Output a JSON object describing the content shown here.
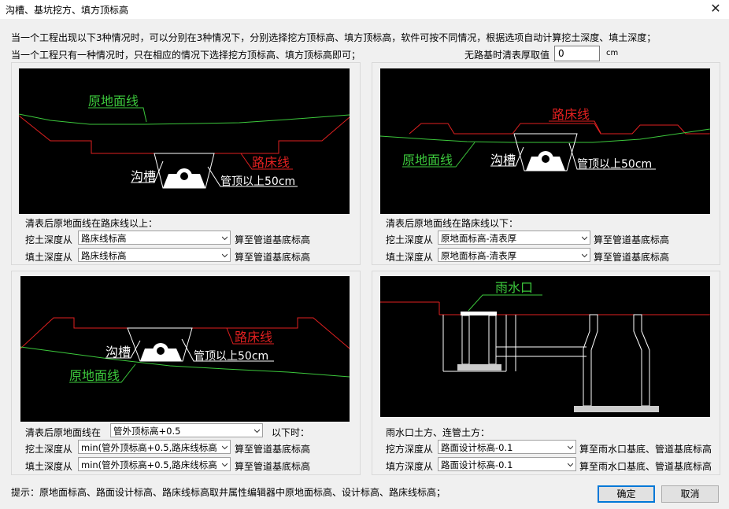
{
  "window": {
    "title": "沟槽、基坑挖方、填方顶标高",
    "close_glyph": "✕"
  },
  "intro": {
    "line1": "当一个工程出现以下3种情况时，可以分别在3种情况下，分别选择挖方顶标高、填方顶标高，软件可按不同情况，根据选项自动计算挖土深度、填土深度；",
    "line2": "当一个工程只有一种情况时，只在相应的情况下选择挖方顶标高、填方顶标高即可；",
    "no_road_label": "无路基时清表厚取值",
    "no_road_value": "0",
    "no_road_unit": "cm"
  },
  "drawing_labels": {
    "ground": "原地面线",
    "subgrade": "路床线",
    "trench": "沟槽",
    "pipe_top": "管顶以上50cm",
    "inlet": "雨水口"
  },
  "colors": {
    "ground": "#3cc83c",
    "subgrade": "#e02020",
    "white": "#ffffff",
    "accent": "#0078d7"
  },
  "panel1": {
    "heading": "清表后原地面线在路床线以上：",
    "dig_label": "挖土深度从",
    "dig_value": "路床线标高",
    "fill_label": "填土深度从",
    "fill_value": "路床线标高",
    "suffix": "算至管道基底标高"
  },
  "panel2": {
    "heading": "清表后原地面线在路床线以下：",
    "dig_label": "挖土深度从",
    "dig_value": "原地面标高-清表厚",
    "fill_label": "填土深度从",
    "fill_value": "原地面标高-清表厚",
    "suffix": "算至管道基底标高"
  },
  "panel3": {
    "heading_prefix": "清表后原地面线在",
    "heading_value": "管外顶标高+0.5",
    "heading_suffix": "以下时：",
    "dig_label": "挖土深度从",
    "dig_value": "min(管外顶标高+0.5,路床线标高",
    "fill_label": "填土深度从",
    "fill_value": "min(管外顶标高+0.5,路床线标高",
    "suffix": "算至管道基底标高"
  },
  "panel4": {
    "heading": "雨水口土方、连管土方：",
    "dig_label": "挖方深度从",
    "dig_value": "路面设计标高-0.1",
    "fill_label": "填方深度从",
    "fill_value": "路面设计标高-0.1",
    "suffix": "算至雨水口基底、管道基底标高"
  },
  "hint": "提示：原地面标高、路面设计标高、路床线标高取井属性编辑器中原地面标高、设计标高、路床线标高；",
  "buttons": {
    "ok": "确定",
    "cancel": "取消"
  }
}
